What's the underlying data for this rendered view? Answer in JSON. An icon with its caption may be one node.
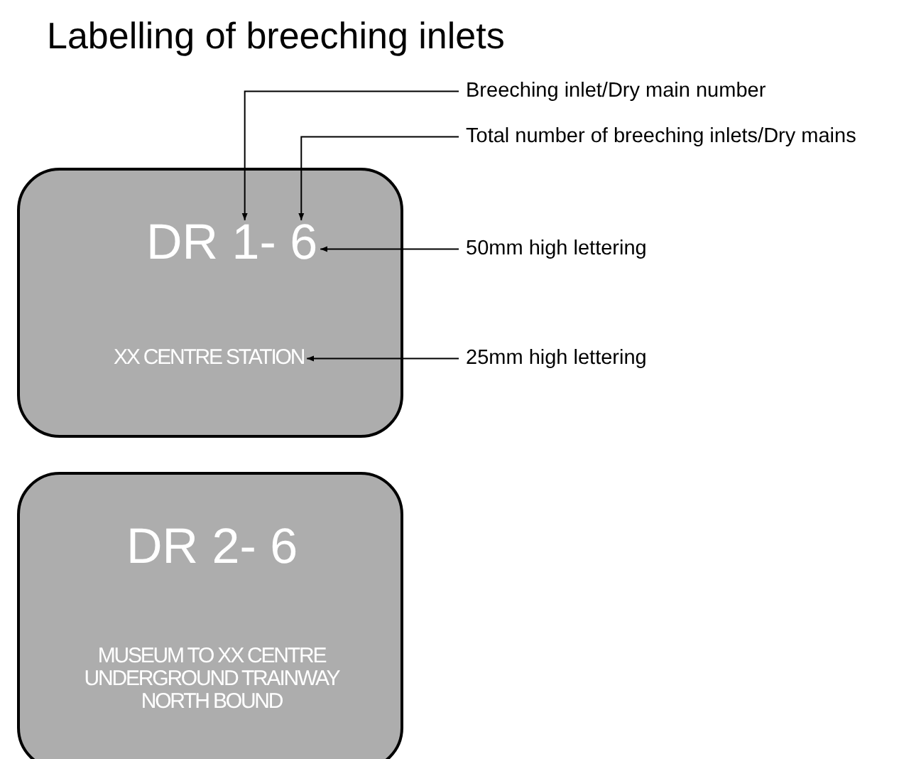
{
  "diagram": {
    "title": "Labelling of breeching inlets",
    "nodes": [
      {
        "text": [],
        "shape": "box"
      },
      {
        "text": [
          "DR 1- 6"
        ],
        "in": 0
      },
      {
        "text": [
          "XX CENTRE STATION"
        ],
        "in": 0
      },
      {
        "text": [
          "Breeching inlet/Dry main number"
        ]
      },
      {
        "text": [
          "Total number of breeching inlets/Dry mains"
        ]
      },
      {
        "text": [
          "50mm high lettering"
        ]
      },
      {
        "text": [
          "25mm high lettering"
        ]
      },
      {
        "text": [],
        "shape": "box"
      },
      {
        "text": [
          "DR 2- 6"
        ],
        "in": 7
      },
      {
        "text": [
          "MUSEUM TO XX CENTRE UNDERGROUND TRAINWAY NORTH BOUND"
        ],
        "in": 7
      }
    ],
    "edges": [
      {
        "from": 3,
        "to": 1,
        "arrow": "to"
      },
      {
        "from": 4,
        "to": 1,
        "arrow": "to"
      },
      {
        "from": 5,
        "to": 1,
        "arrow": "to"
      },
      {
        "from": 6,
        "to": 2,
        "arrow": "to"
      }
    ]
  }
}
